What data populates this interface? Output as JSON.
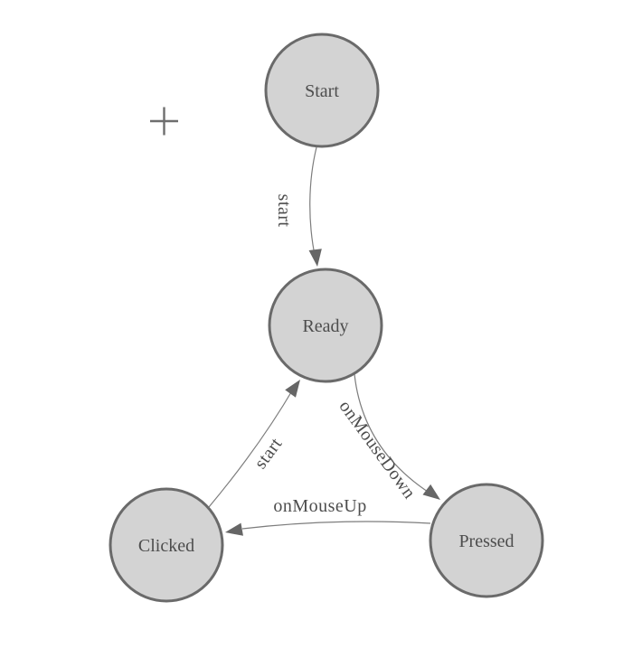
{
  "diagram": {
    "kind": "finite-state-machine",
    "nodes": [
      {
        "id": "start",
        "label": "Start"
      },
      {
        "id": "ready",
        "label": "Ready"
      },
      {
        "id": "clicked",
        "label": "Clicked"
      },
      {
        "id": "pressed",
        "label": "Pressed"
      }
    ],
    "edges": [
      {
        "from": "Start",
        "to": "Ready",
        "label": "start"
      },
      {
        "from": "Ready",
        "to": "Pressed",
        "label": "onMouseDown"
      },
      {
        "from": "Pressed",
        "to": "Clicked",
        "label": "onMouseUp"
      },
      {
        "from": "Clicked",
        "to": "Ready",
        "label": "start"
      }
    ],
    "icons": {
      "crosshair": "+"
    },
    "colors": {
      "canvas_background": "#ffffff",
      "node_fill": "#d3d3d3",
      "node_stroke": "#6a6a6a",
      "edge_stroke": "#7d7d7d",
      "arrow_fill": "#666666",
      "text": "#4d4d4d",
      "crosshair": "#6e6e6e"
    }
  }
}
